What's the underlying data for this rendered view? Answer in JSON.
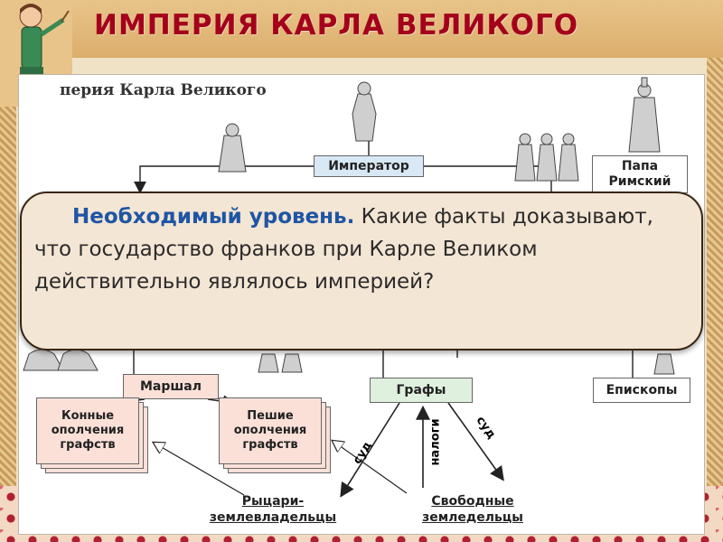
{
  "title": "ИМПЕРИЯ КАРЛА ВЕЛИКОГО",
  "scheme": {
    "caption": "перия Карла Великого",
    "emperor": "Император",
    "pope": [
      "Папа",
      "Римский"
    ],
    "marshal": "Маршал",
    "counts": "Графы",
    "bishops": "Епископы",
    "cavalry": [
      "Конные",
      "ополчения",
      "графств"
    ],
    "infantry": [
      "Пешие",
      "ополчения",
      "графств"
    ],
    "knights": [
      "Рыцари-",
      "землевладельцы"
    ],
    "farmers": [
      "Свободные",
      "земледельцы"
    ],
    "arrow_court_left": "суд",
    "arrow_taxes": "налоги",
    "arrow_court_right": "суд"
  },
  "question": {
    "level": "Необходимый уровень.",
    "text": " Какие факты доказывают, что государство франков при Карле Великом действительно являлось империей?"
  },
  "colors": {
    "title": "#a4001c",
    "level": "#1f55a4",
    "emperor_fill": "#d8e8f4",
    "military_fill": "#fbe0d8",
    "counts_fill": "#dff0de"
  }
}
